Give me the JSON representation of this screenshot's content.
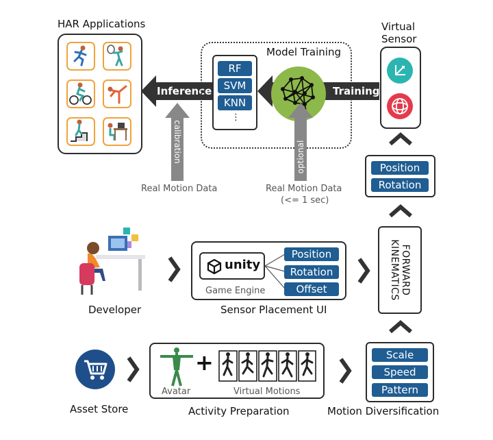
{
  "har": {
    "title": "HAR Applications"
  },
  "training": {
    "title": "Model Training",
    "models": [
      "RF",
      "SVM",
      "KNN"
    ],
    "ellipsis": "⋮",
    "inference_label": "Inference",
    "training_label": "Training",
    "calibration_label": "calibration",
    "optional_label": "optional",
    "real_motion_left": "Real Motion Data",
    "real_motion_right_1": "Real Motion Data",
    "real_motion_right_2": "(<= 1 sec)"
  },
  "virtual_sensor": {
    "title_1": "Virtual",
    "title_2": "Sensor"
  },
  "pose_outputs": [
    "Position",
    "Rotation"
  ],
  "forward_kinematics": "FORWARD KINEMATICS",
  "developer": {
    "label": "Developer"
  },
  "sensor_placement": {
    "label": "Sensor Placement UI",
    "engine_logo": "unity",
    "engine_caption": "Game Engine",
    "options": [
      "Position",
      "Rotation",
      "Offset"
    ]
  },
  "asset_store": {
    "label": "Asset Store"
  },
  "activity": {
    "label": "Activity Preparation",
    "avatar_label": "Avatar",
    "motions_label": "Virtual Motions",
    "plus": "+"
  },
  "diversification": {
    "label": "Motion Diversification",
    "options": [
      "Scale",
      "Speed",
      "Pattern"
    ]
  },
  "colors": {
    "pill": "#1f5d92",
    "brain": "#8db84a",
    "tile_border": "#f0a33a",
    "arrow_dark": "#333333",
    "arrow_gray": "#888888",
    "store": "#1f4f8a"
  }
}
